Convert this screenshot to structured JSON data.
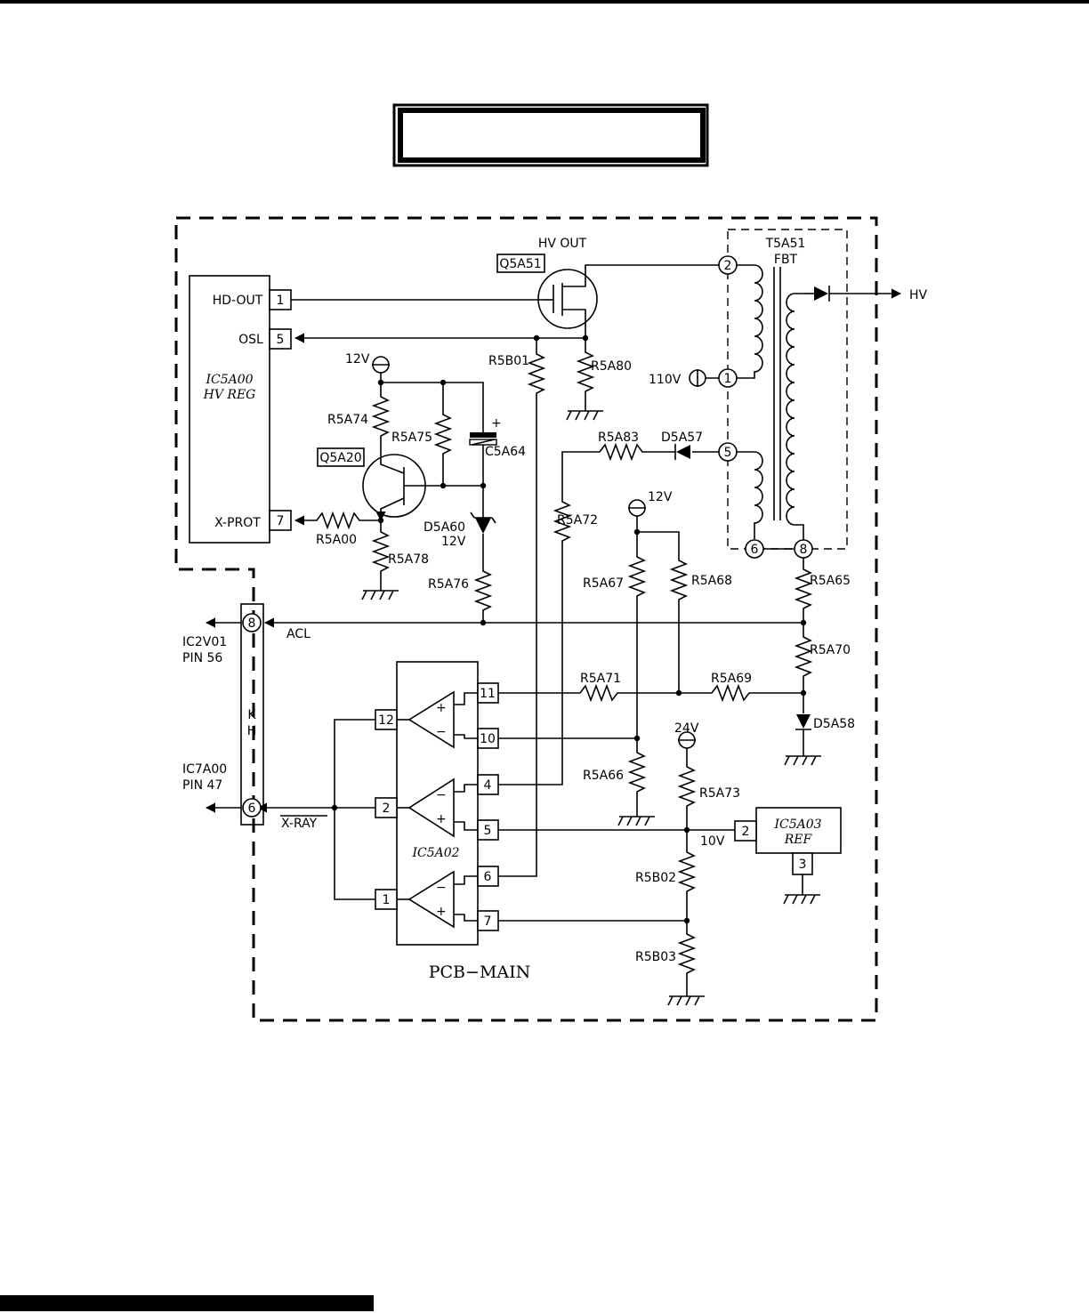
{
  "title_box_text": "",
  "ics": {
    "ic5a00_name": "IC5A00",
    "ic5a00_desc": "HV  REG",
    "ic5a00_pins": {
      "hd_out": "HD-OUT",
      "osl": "OSL",
      "x_prot": "X-PROT"
    },
    "ic5a02_name": "IC5A02",
    "ic5a03_name": "IC5A03",
    "ic5a03_desc": "REF"
  },
  "pin_numbers": {
    "ic5a00": [
      "1",
      "5",
      "7"
    ],
    "ic5a02_left": [
      "12",
      "2",
      "1"
    ],
    "ic5a02_right": [
      "11",
      "10",
      "4",
      "5",
      "6",
      "7"
    ],
    "ic5a03": [
      "2",
      "3"
    ],
    "fbt": [
      "2",
      "1",
      "5",
      "6",
      "8"
    ],
    "kh": [
      "8",
      "6"
    ]
  },
  "transistors": {
    "q5a51": "Q5A51",
    "q5a51_role": "HV  OUT",
    "q5a20": "Q5A20"
  },
  "transformer": {
    "name": "T5A51",
    "type": "FBT"
  },
  "resistors": [
    "R5B01",
    "R5A80",
    "R5A74",
    "R5A75",
    "R5A00",
    "R5A78",
    "R5A76",
    "R5A83",
    "R5A72",
    "R5A67",
    "R5A68",
    "R5A65",
    "R5A70",
    "R5A71",
    "R5A69",
    "R5A66",
    "R5A73",
    "R5B02",
    "R5B03"
  ],
  "capacitors": [
    "C5A64"
  ],
  "diodes": {
    "d5a57": "D5A57",
    "d5a60": "D5A60",
    "d5a60_v": "12V",
    "d5a58": "D5A58"
  },
  "voltages": {
    "v12a": "12V",
    "v12b": "12V",
    "v110": "110V",
    "v24": "24V",
    "v10": "10V"
  },
  "signals": {
    "hv": "HV",
    "acl": "ACL",
    "xray": "X-RAY"
  },
  "connector": {
    "k": "K",
    "h": "H"
  },
  "destinations": {
    "d1_line1": "IC2V01",
    "d1_line2": "PIN  56",
    "d2_line1": "IC7A00",
    "d2_line2": "PIN  47"
  },
  "board": "PCB−MAIN",
  "opamp_signs": {
    "plus": "+",
    "minus": "−"
  }
}
